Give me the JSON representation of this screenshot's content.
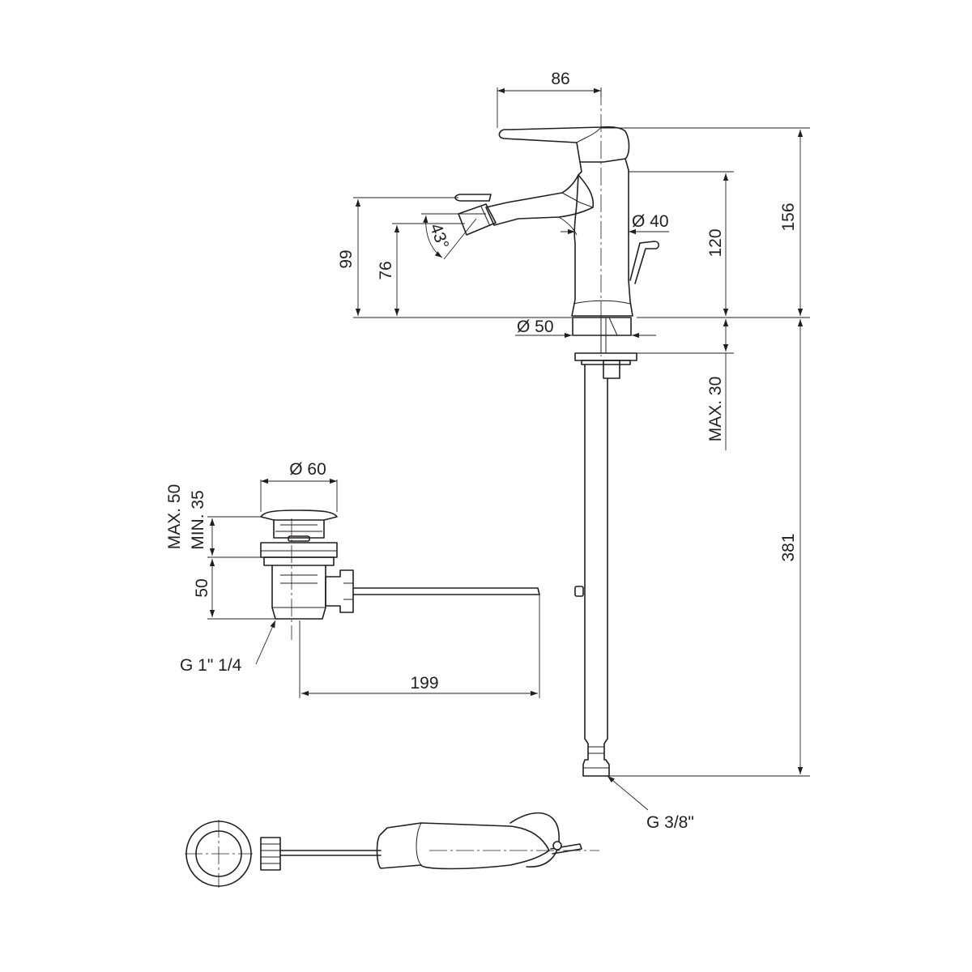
{
  "dimensions": {
    "spout_reach": "86",
    "total_height": "156",
    "body_height": "120",
    "body_diameter": "Ø 40",
    "nozzle_height": "99",
    "nozzle_outlet_height": "76",
    "nozzle_angle": "43°",
    "base_diameter": "Ø 50",
    "deck_thickness": "MAX. 30",
    "hose_length": "381",
    "hose_thread": "G 3/8\"",
    "waste_diameter": "Ø 60",
    "waste_max": "MAX. 50",
    "waste_min": "MIN. 35",
    "waste_height": "50",
    "waste_thread": "G 1\" 1/4",
    "rod_length": "199"
  }
}
